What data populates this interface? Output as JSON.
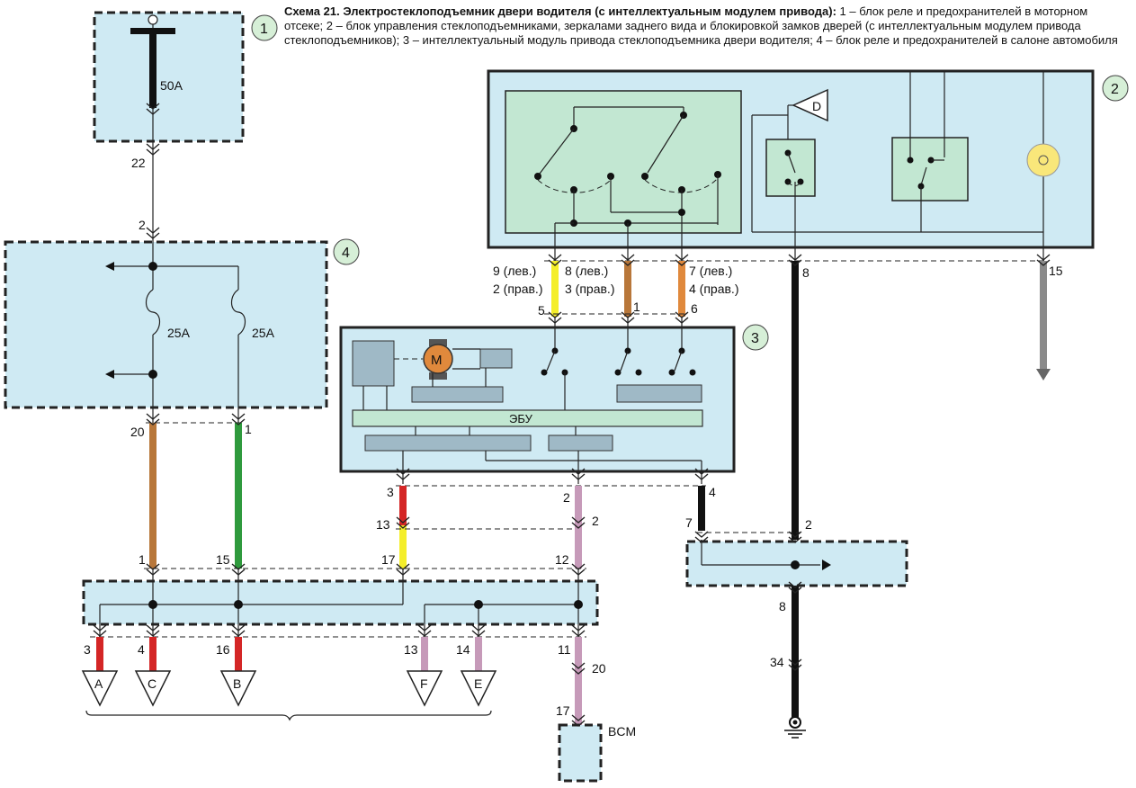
{
  "caption": {
    "bold": "Схема 21. Электростеклоподъемник двери водителя (с интеллектуальным модулем привода):",
    "rest": " 1 – блок реле и предохранителей в моторном отсеке; 2 – блок управления стеклоподъемниками, зеркалами заднего вида и блокировкой замков дверей (с интеллектуальным модулем привода стеклоподъемников); 3 – интеллектуальный модуль привода стеклоподъемника двери водителя; 4 – блок реле и предохранителей в салоне автомобиля"
  },
  "callouts": {
    "c1": "1",
    "c2": "2",
    "c3": "3",
    "c4": "4"
  },
  "fuses": {
    "f50": "50A",
    "f25a": "25A",
    "f25b": "25A"
  },
  "labels": {
    "ecu": "ЭБУ",
    "motor": "M",
    "diode": "D",
    "bcm": "BCM",
    "left9": "9 (лев.)",
    "right2": "2 (прав.)",
    "left8": "8 (лев.)",
    "right3": "3 (прав.)",
    "left7": "7 (лев.)",
    "right4": "4 (прав.)"
  },
  "pins": {
    "p22": "22",
    "p2_top": "2",
    "p20": "20",
    "p1_a": "1",
    "p5": "5",
    "p1_b": "1",
    "p6": "6",
    "p8_top": "8",
    "p15_top": "15",
    "p3_a": "3",
    "p2_b": "2",
    "p4_a": "4",
    "p13_a": "13",
    "p2_c": "2",
    "p7": "7",
    "p2_d": "2",
    "p1_c": "1",
    "p15_b": "15",
    "p17_a": "17",
    "p12": "12",
    "p3_b": "3",
    "p4_b": "4",
    "p16": "16",
    "p13_b": "13",
    "p14": "14",
    "p11": "11",
    "p20_b": "20",
    "p17_b": "17",
    "p8_b": "8",
    "p34": "34"
  },
  "connectors": {
    "A": "A",
    "B": "B",
    "C": "C",
    "E": "E",
    "F": "F"
  },
  "wire_colors": {
    "brown": "#b8773a",
    "green": "#2f9a3d",
    "yellow": "#f4ee2a",
    "orange": "#e0893c",
    "red": "#d42626",
    "pink": "#c69ab9",
    "black": "#111111",
    "gray": "#8a8a8a",
    "block_fill": "#cfeaf3",
    "inner_fill": "#c2e7d2",
    "callout_fill": "#d6efd7"
  }
}
